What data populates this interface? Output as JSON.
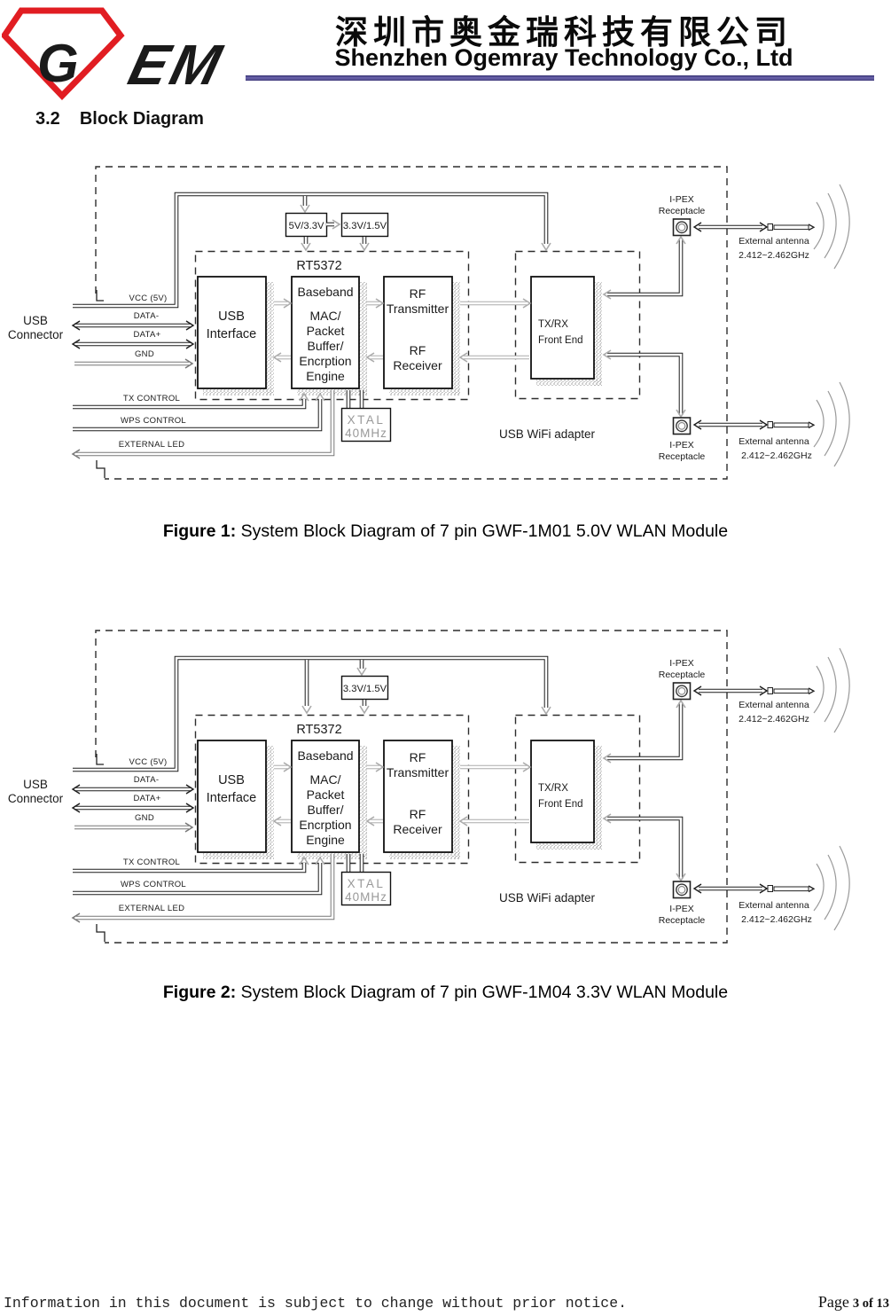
{
  "page": {
    "header": {
      "logo_g": "G",
      "logo_em": "EM",
      "company_cn": "深圳市奥金瑞科技有限公司",
      "company_en": "Shenzhen Ogemray Technology Co., Ltd"
    },
    "section": {
      "number": "3.2",
      "title": "Block Diagram"
    },
    "captions": {
      "figure1_label": "Figure 1:",
      "figure1_text": " System Block Diagram of 7 pin GWF-1M01 5.0V WLAN Module",
      "figure2_label": "Figure 2:",
      "figure2_text": " System Block Diagram of 7 pin GWF-1M04 3.3V WLAN Module"
    },
    "footer": {
      "left": "Information in this document is subject to change without prior notice.",
      "page_word": "Page",
      "page_info": "3 of 13"
    }
  },
  "diagram": {
    "usb_connector": [
      "USB",
      "Connector"
    ],
    "signals": {
      "vcc": "VCC (5V)",
      "data_minus": "DATA-",
      "data_plus": "DATA+",
      "gnd": "GND",
      "tx": "TX CONTROL",
      "wps": "WPS CONTROL",
      "led": "EXTERNAL LED"
    },
    "chip": "RT5372",
    "blocks": {
      "usb_interface": [
        "USB",
        "Interface"
      ],
      "baseband": [
        "Baseband",
        "MAC/",
        "Packet",
        "Buffer/",
        "Encrption",
        "Engine"
      ],
      "rf": [
        "RF",
        "Transmitter",
        "RF",
        "Receiver"
      ],
      "txrx": [
        "TX/RX",
        "Front End"
      ]
    },
    "xtal": [
      "XTAL",
      "40MHz"
    ],
    "ipex": [
      "I-PEX",
      "Receptacle"
    ],
    "antenna": {
      "line1": "External antenna",
      "line2": "2.412~2.462GHz"
    },
    "adapter_label": "USB WiFi adapter",
    "power": {
      "v5_33": "5V/3.3V",
      "v33_15": "3.3V/1.5V"
    }
  },
  "colors": {
    "logo_red": "#e11d22",
    "logo_blue": "#2b2a8c",
    "rule_purple": "#5a529e",
    "line_gray": "#ababab",
    "line_black": "#1c1c1c"
  }
}
